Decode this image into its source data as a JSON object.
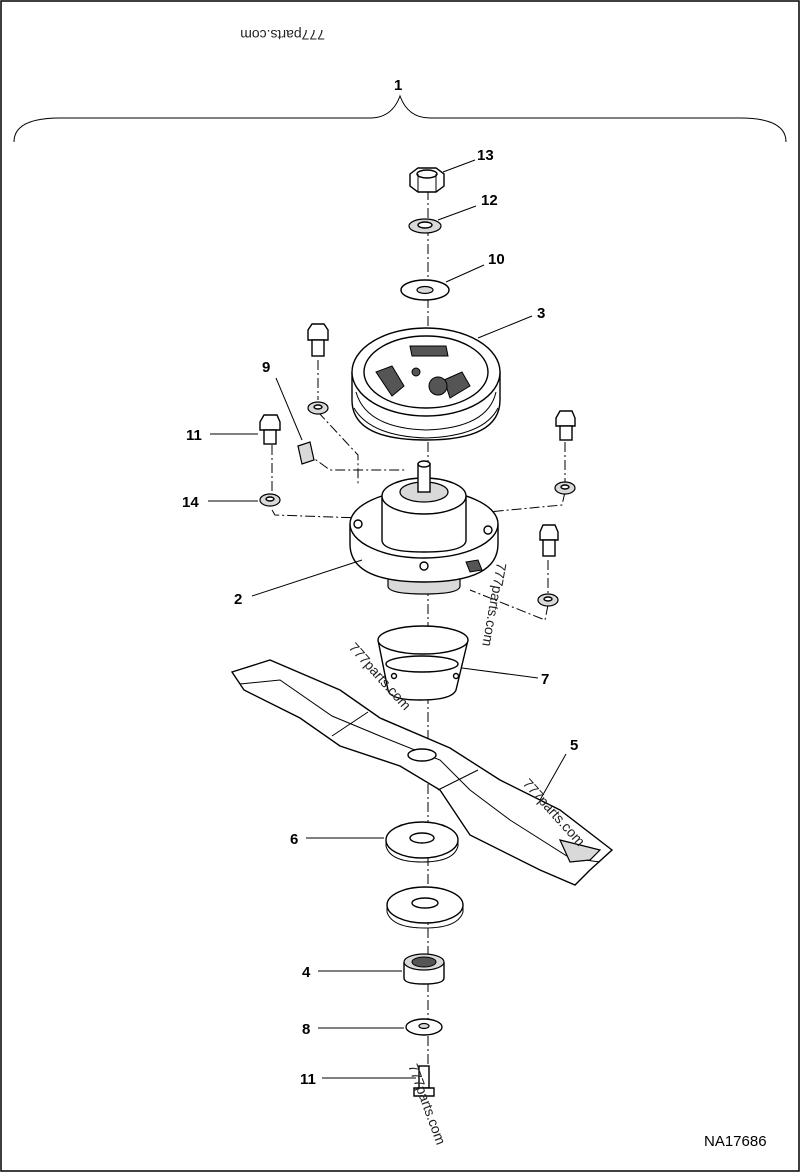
{
  "diagram": {
    "code": "NA17686",
    "watermark": "777parts.com",
    "callouts": [
      "1",
      "2",
      "3",
      "4",
      "5",
      "6",
      "7",
      "8",
      "9",
      "10",
      "11",
      "11",
      "12",
      "13",
      "14"
    ]
  }
}
